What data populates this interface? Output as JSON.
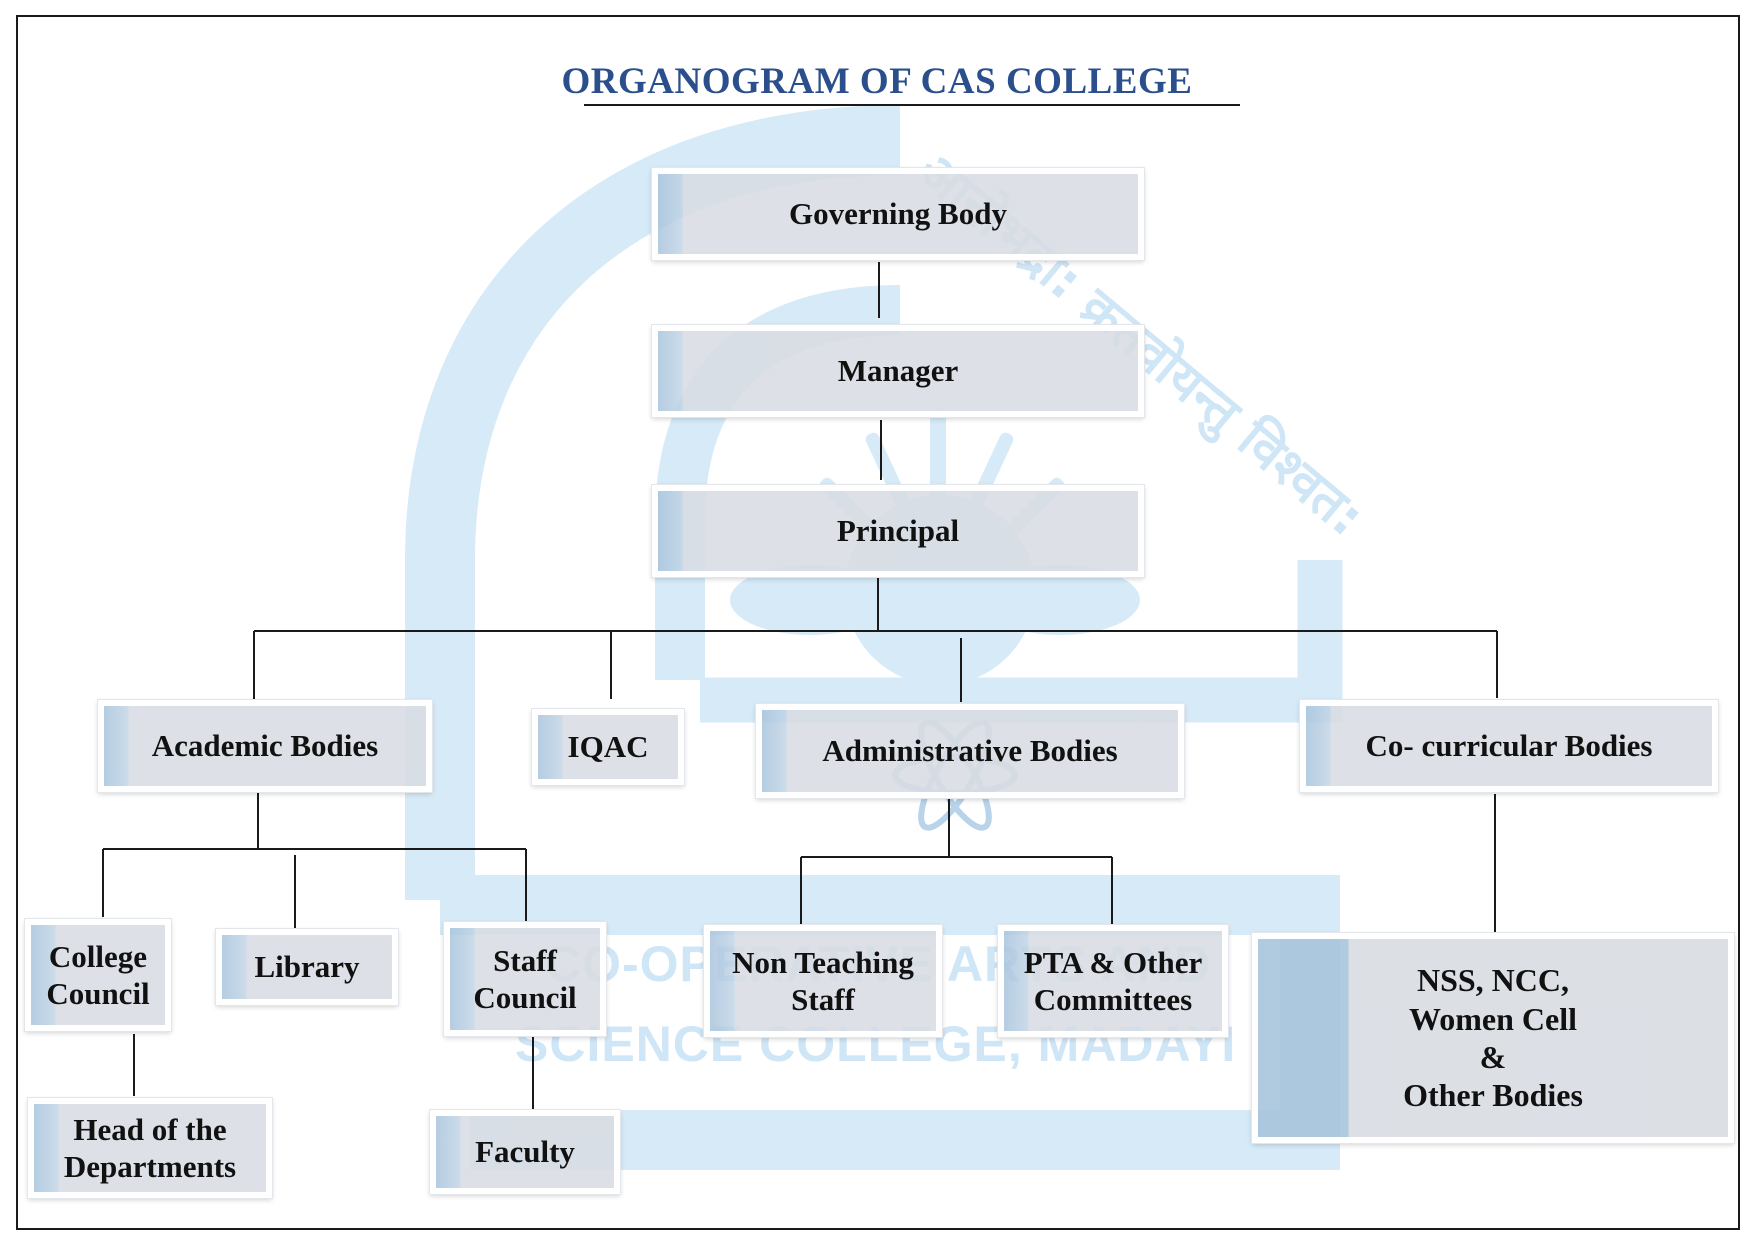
{
  "title": "ORGANOGRAM OF CAS COLLEGE",
  "nodes": {
    "governing_body": "Governing Body",
    "manager": "Manager",
    "principal": "Principal",
    "academic_bodies": "Academic Bodies",
    "iqac": "IQAC",
    "administrative_bodies": "Administrative Bodies",
    "co_curricular_bodies": "Co- curricular Bodies",
    "college_council": [
      "College",
      "Council"
    ],
    "library": "Library",
    "staff_council": [
      "Staff",
      "Council"
    ],
    "non_teaching_staff": [
      "Non Teaching",
      "Staff"
    ],
    "pta_other_committees": [
      "PTA & Other",
      "Committees"
    ],
    "nss_ncc": [
      "NSS, NCC,",
      "Women Cell",
      "&",
      "Other Bodies"
    ],
    "head_of_departments": [
      "Head of the",
      "Departments"
    ],
    "faculty": "Faculty"
  },
  "watermark": {
    "line1": "CO-OPERATIVE ARTS AND",
    "line2": "SCIENCE COLLEGE, MADAYI",
    "motto": "आनोभद्रा: क्रतवोयन्तु विश्वत:"
  },
  "colors": {
    "title": "#2b4f8c",
    "box_fill": "#d8dce2",
    "box_strip": "#a8c4dc",
    "watermark": "#cfe6f7",
    "line": "#1a1a1a"
  }
}
